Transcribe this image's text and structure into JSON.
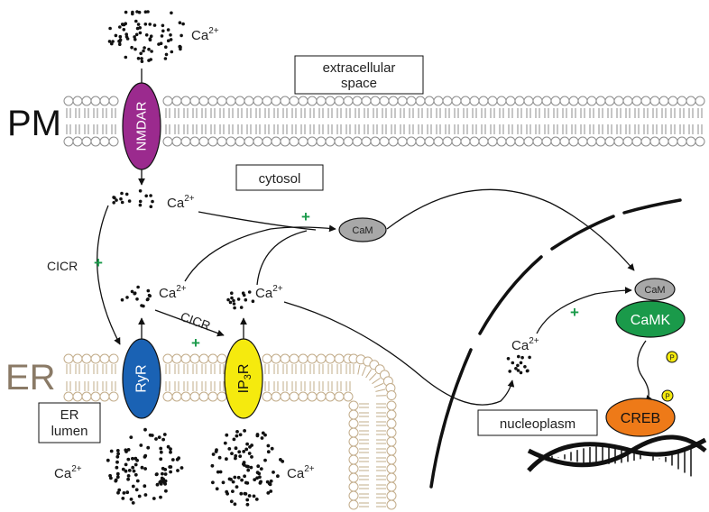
{
  "labels": {
    "pm": "PM",
    "er": "ER",
    "extracellular": [
      "extracellular",
      "space"
    ],
    "cytosol": "cytosol",
    "er_lumen": [
      "ER",
      "lumen"
    ],
    "nucleoplasm": "nucleoplasm",
    "ca": "Ca",
    "ca_sup": "2+",
    "cicr": "CICR",
    "plus": "+"
  },
  "proteins": {
    "nmdar": "NMDAR",
    "ryr": "RyR",
    "ip3r_main": "IP",
    "ip3r_sub": "3",
    "ip3r_tail": "R",
    "cam": "CaM",
    "camk": "CaMK",
    "creb": "CREB",
    "phospho": "P"
  },
  "colors": {
    "pm_lipid": "#8c8c8c",
    "er_lipid": "#c2ac8a",
    "nmdar": "#9b2a8e",
    "ryr": "#1a62b4",
    "ip3r": "#f5ea0e",
    "cam": "#a8a8a8",
    "camk": "#1a9a4a",
    "creb": "#ee7a18",
    "phospho": "#f5ea0e",
    "plus": "#1a9a4a",
    "er_label": "#8a7a66"
  }
}
